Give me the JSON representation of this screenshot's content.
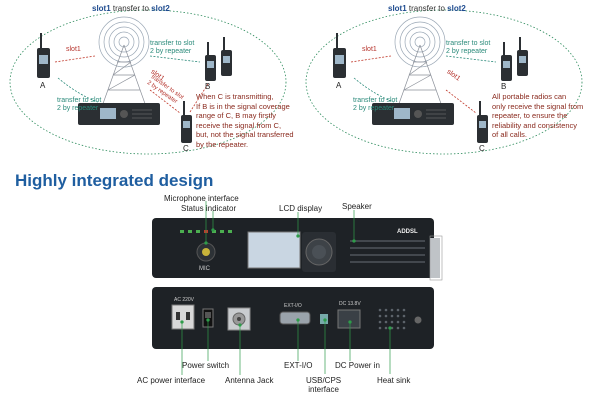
{
  "diagram_left": {
    "header": {
      "slot_a": "slot1",
      "mid": " transfer to ",
      "slot_b": "slot2"
    },
    "slot1_label": "slot1",
    "transfer_label_left": "transfer to slot\n2 by repeater",
    "transfer_label_right": "transfer to slot\n2 by repeater",
    "slot1_diag": "slot1",
    "transfer_diag": "transfer to slot\n2 by repeater",
    "radio_a": "A",
    "radio_b": "B",
    "radio_c": "C",
    "note": "When C is transmitting,\nIf B is in the signal coverage\nrange of C, B may firstly\nreceive the signal from C,\nbut, not the signal transferred\nby the repeater."
  },
  "diagram_right": {
    "header": {
      "slot_a": "slot1",
      "mid": " transfer to ",
      "slot_b": "slot2"
    },
    "slot1_label": "slot1",
    "transfer_label_left": "transfer to slot\n2 by repeater",
    "transfer_label_right": "transfer to slot\n2 by repeater",
    "slot1_diag": "slot1",
    "radio_a": "A",
    "radio_b": "B",
    "radio_c": "C",
    "note": "All portable radios can\nonly receive the signal from\nrepeater, to ensure the\nreliability and consistency\nof all calls."
  },
  "section_title": "Highly integrated design",
  "front_labels": {
    "microphone": "Microphone interface",
    "status": "Status indicator",
    "lcd": "LCD display",
    "speaker": "Speaker",
    "mic_text": "MIC",
    "brand": "ADDSL"
  },
  "rear_labels": {
    "power_switch": "Power switch",
    "ext_io": "EXT-I/O",
    "dc_power": "DC Power in",
    "ac_power": "AC power interface",
    "antenna": "Antenna Jack",
    "usb": "USB/CPS\ninterface",
    "heat_sink": "Heat sink",
    "panel_ac": "AC 220V",
    "panel_ext": "EXT-I/O",
    "panel_dc": "DC 13.8V"
  },
  "colors": {
    "slot_text": "#2a8a7a",
    "red_text": "#b5322b",
    "note_text": "#8a2a1e",
    "title_blue": "#1f5ea0",
    "callout_green": "#2e9d4a"
  }
}
